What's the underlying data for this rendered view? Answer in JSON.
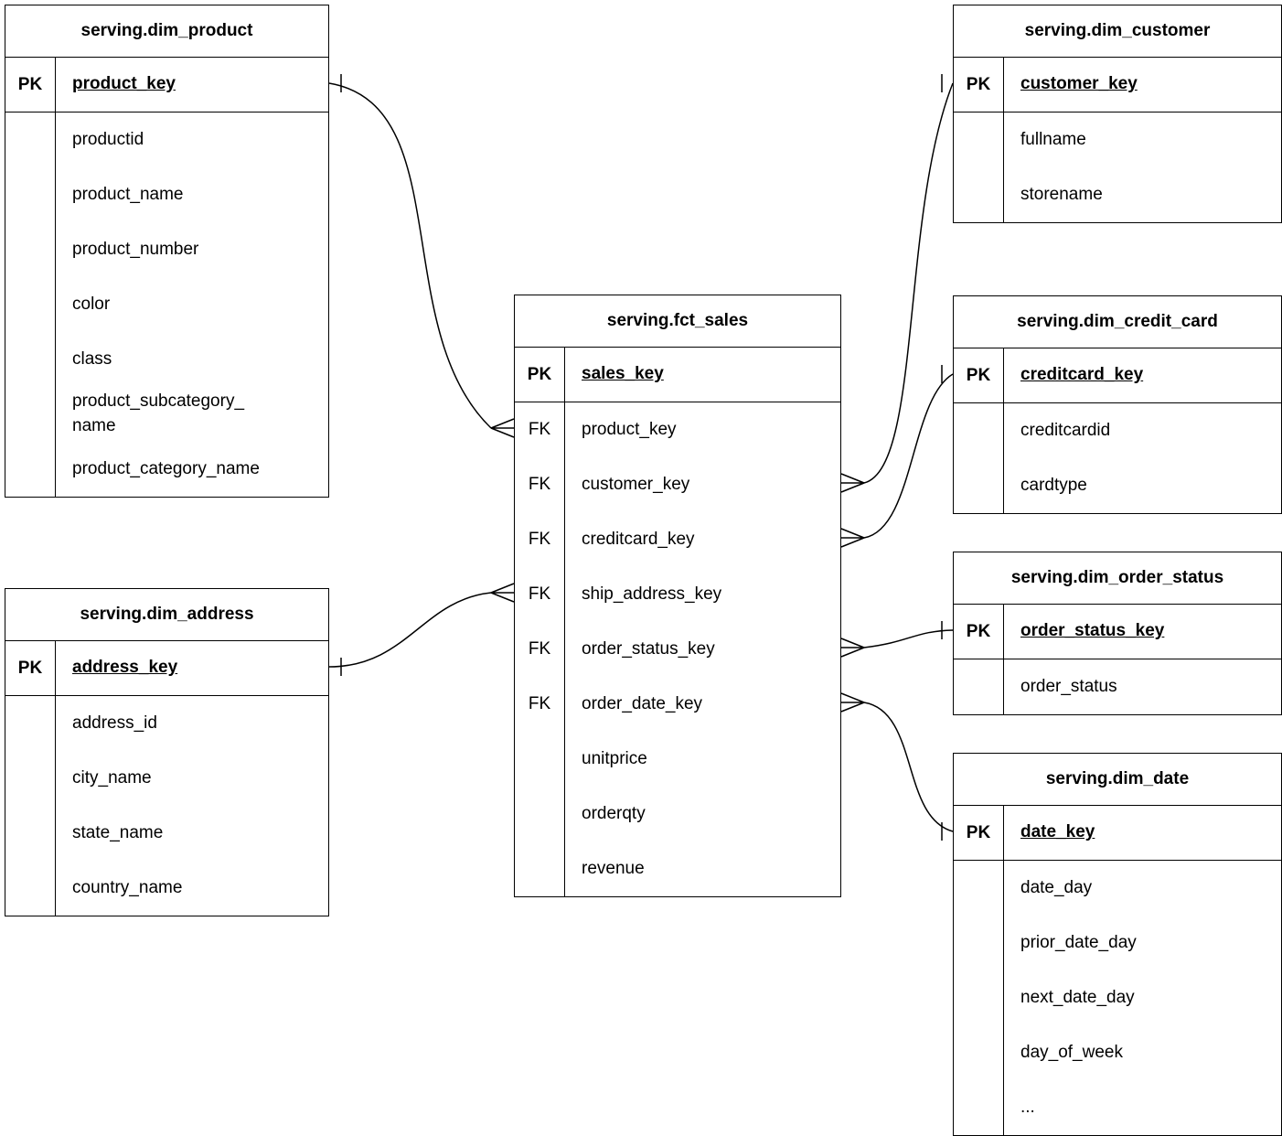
{
  "diagram_type": "entity-relationship-star-schema",
  "colors": {
    "border": "#000000",
    "background": "#ffffff",
    "text": "#000000"
  },
  "tables": {
    "dim_product": {
      "title": "serving.dim_product",
      "pk_badge": "PK",
      "pk_field": "product_key",
      "fields": [
        {
          "key": "",
          "name": "productid"
        },
        {
          "key": "",
          "name": "product_name"
        },
        {
          "key": "",
          "name": "product_number"
        },
        {
          "key": "",
          "name": "color"
        },
        {
          "key": "",
          "name": "class"
        },
        {
          "key": "",
          "name": "product_subcategory_\nname"
        },
        {
          "key": "",
          "name": "product_category_name"
        }
      ]
    },
    "dim_address": {
      "title": "serving.dim_address",
      "pk_badge": "PK",
      "pk_field": "address_key",
      "fields": [
        {
          "key": "",
          "name": "address_id"
        },
        {
          "key": "",
          "name": "city_name"
        },
        {
          "key": "",
          "name": "state_name"
        },
        {
          "key": "",
          "name": "country_name"
        }
      ]
    },
    "fct_sales": {
      "title": "serving.fct_sales",
      "pk_badge": "PK",
      "pk_field": "sales_key",
      "fields": [
        {
          "key": "FK",
          "name": "product_key"
        },
        {
          "key": "FK",
          "name": "customer_key"
        },
        {
          "key": "FK",
          "name": "creditcard_key"
        },
        {
          "key": "FK",
          "name": "ship_address_key"
        },
        {
          "key": "FK",
          "name": "order_status_key"
        },
        {
          "key": "FK",
          "name": "order_date_key"
        },
        {
          "key": "",
          "name": "unitprice"
        },
        {
          "key": "",
          "name": "orderqty"
        },
        {
          "key": "",
          "name": "revenue"
        }
      ]
    },
    "dim_customer": {
      "title": "serving.dim_customer",
      "pk_badge": "PK",
      "pk_field": "customer_key",
      "fields": [
        {
          "key": "",
          "name": "fullname"
        },
        {
          "key": "",
          "name": "storename"
        }
      ]
    },
    "dim_credit_card": {
      "title": "serving.dim_credit_card",
      "pk_badge": "PK",
      "pk_field": "creditcard_key",
      "fields": [
        {
          "key": "",
          "name": "creditcardid"
        },
        {
          "key": "",
          "name": "cardtype"
        }
      ]
    },
    "dim_order_status": {
      "title": "serving.dim_order_status",
      "pk_badge": "PK",
      "pk_field": "order_status_key",
      "fields": [
        {
          "key": "",
          "name": "order_status"
        }
      ]
    },
    "dim_date": {
      "title": "serving.dim_date",
      "pk_badge": "PK",
      "pk_field": "date_key",
      "fields": [
        {
          "key": "",
          "name": "date_day"
        },
        {
          "key": "",
          "name": "prior_date_day"
        },
        {
          "key": "",
          "name": "next_date_day"
        },
        {
          "key": "",
          "name": "day_of_week"
        },
        {
          "key": "",
          "name": "..."
        }
      ]
    }
  },
  "relationships": [
    {
      "from_table": "serving.dim_product",
      "from_field": "product_key",
      "to_table": "serving.fct_sales",
      "to_field": "product_key",
      "cardinality": "one-to-many"
    },
    {
      "from_table": "serving.dim_address",
      "from_field": "address_key",
      "to_table": "serving.fct_sales",
      "to_field": "ship_address_key",
      "cardinality": "one-to-many"
    },
    {
      "from_table": "serving.dim_customer",
      "from_field": "customer_key",
      "to_table": "serving.fct_sales",
      "to_field": "customer_key",
      "cardinality": "one-to-many"
    },
    {
      "from_table": "serving.dim_credit_card",
      "from_field": "creditcard_key",
      "to_table": "serving.fct_sales",
      "to_field": "creditcard_key",
      "cardinality": "one-to-many"
    },
    {
      "from_table": "serving.dim_order_status",
      "from_field": "order_status_key",
      "to_table": "serving.fct_sales",
      "to_field": "order_status_key",
      "cardinality": "one-to-many"
    },
    {
      "from_table": "serving.dim_date",
      "from_field": "date_key",
      "to_table": "serving.fct_sales",
      "to_field": "order_date_key",
      "cardinality": "one-to-many"
    }
  ]
}
